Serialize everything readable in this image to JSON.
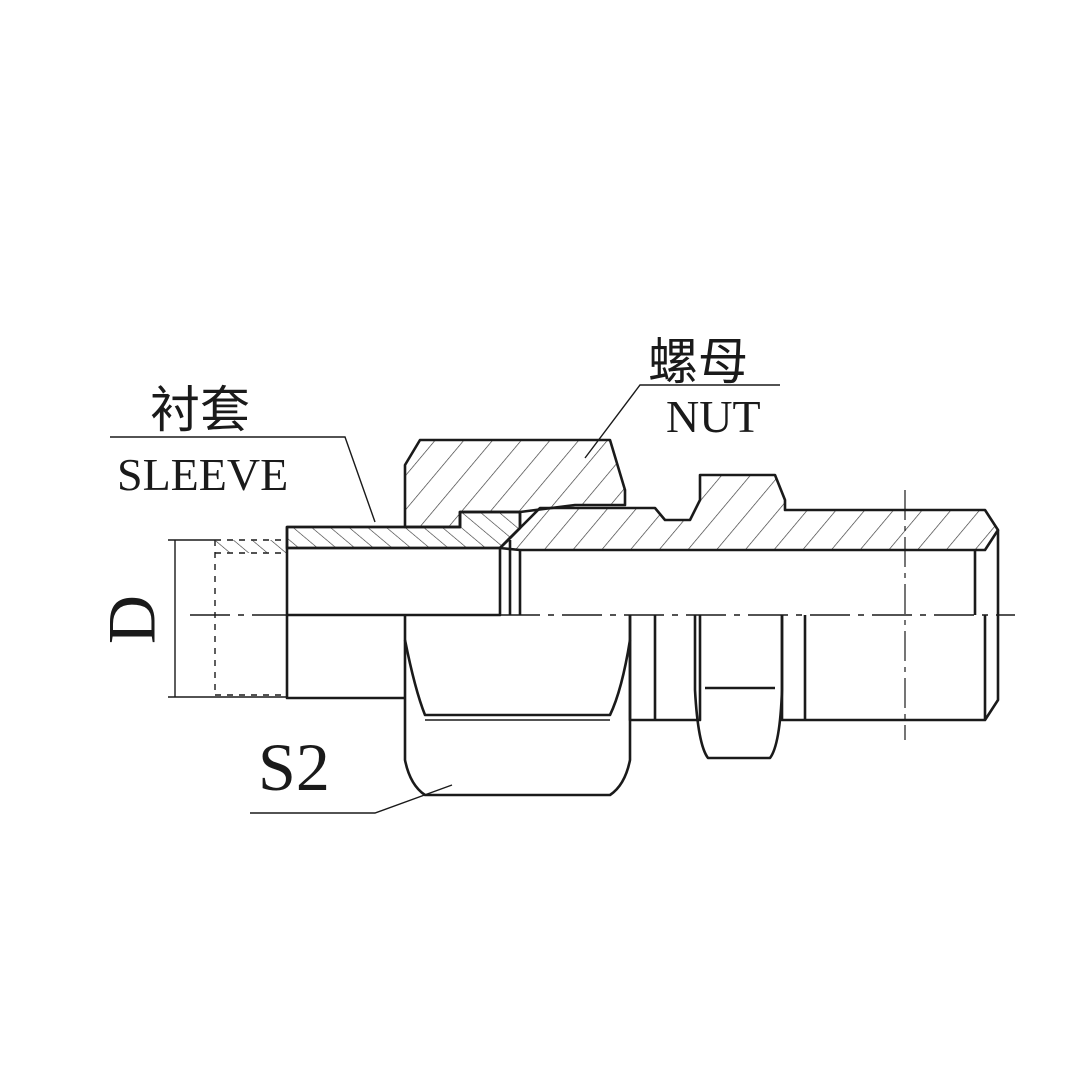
{
  "labels": {
    "sleeve_cn": "衬套",
    "sleeve_en": "SLEEVE",
    "nut_cn": "螺母",
    "nut_en": "NUT",
    "dimension_d": "D",
    "dimension_s2": "S2"
  },
  "colors": {
    "line": "#1a1a1a",
    "background": "#ffffff"
  }
}
